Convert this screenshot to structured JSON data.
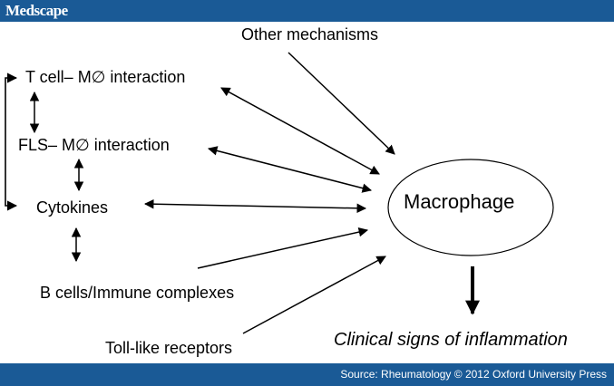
{
  "header": {
    "brand": "Medscape"
  },
  "footer": {
    "source": "Source: Rheumatology © 2012 Oxford University Press"
  },
  "diagram": {
    "center": "Macrophage",
    "outcome": "Clinical signs of inflammation",
    "nodes": {
      "other": "Other mechanisms",
      "tcell": "T cell– M∅ interaction",
      "fls": "FLS– M∅ interaction",
      "cytokines": "Cytokines",
      "bcells": "B cells/Immune complexes",
      "toll": "Toll-like receptors"
    },
    "colors": {
      "bar": "#1a5a96",
      "text": "#000000"
    }
  }
}
